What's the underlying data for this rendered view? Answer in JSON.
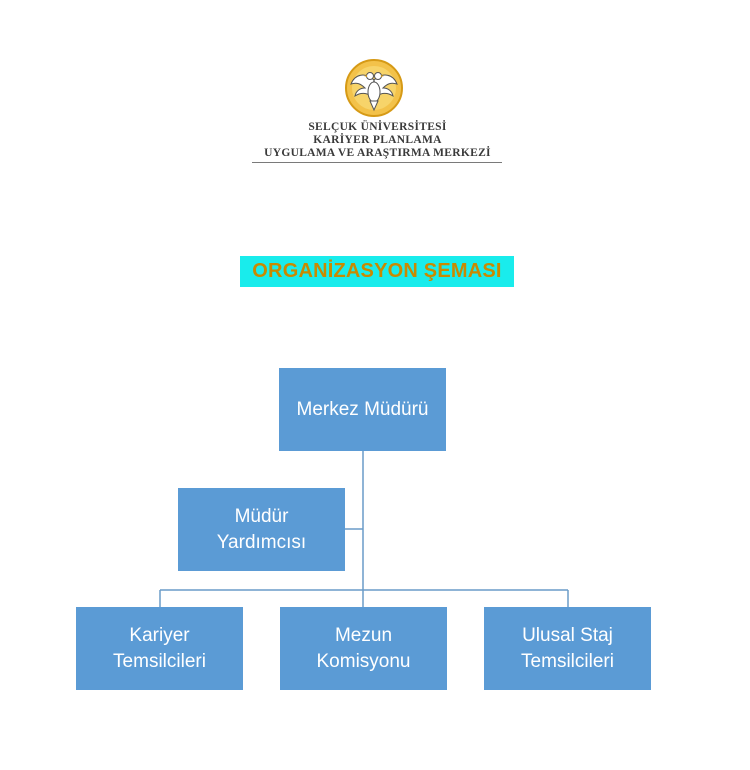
{
  "logo": {
    "line1": "SELÇUK ÜNİVERSİTESİ",
    "line2": "KARİYER PLANLAMA",
    "line3": "UYGULAMA VE ARAŞTIRMA MERKEZİ"
  },
  "title": "ORGANİZASYON ŞEMASI",
  "colors": {
    "box_fill": "#5b9bd5",
    "box_text": "#ffffff",
    "connector": "#6a9cc8",
    "title_bg": "#19ecec",
    "title_text": "#c98a00"
  },
  "chart": {
    "root": {
      "line1": "Merkez Müdürü"
    },
    "assistant": {
      "line1": "Müdür",
      "line2": "Yardımcısı"
    },
    "children": [
      {
        "line1": "Kariyer",
        "line2": "Temsilcileri"
      },
      {
        "line1": "Mezun",
        "line2": "Komisyonu"
      },
      {
        "line1": "Ulusal Staj",
        "line2": "Temsilcileri"
      }
    ]
  }
}
